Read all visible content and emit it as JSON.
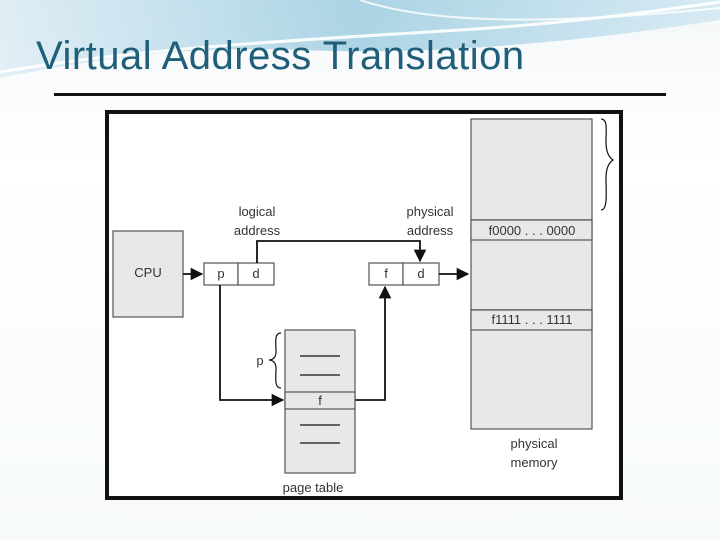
{
  "slide": {
    "title": "Virtual Address Translation"
  },
  "diagram": {
    "cpu": "CPU",
    "logical_line1": "logical",
    "logical_line2": "address",
    "physical_line1": "physical",
    "physical_line2": "address",
    "p": "p",
    "d": "d",
    "f": "f",
    "p_brace_label": "p",
    "frame_start": "f0000 . . . 0000",
    "frame_end": "f1111 . . . 1111",
    "memory_line1": "physical",
    "memory_line2": "memory",
    "page_table": "page table"
  },
  "colors": {
    "title": "#1f5f7a",
    "box_fill": "#e8e8e8",
    "swoosh": "#6fb6d4"
  }
}
